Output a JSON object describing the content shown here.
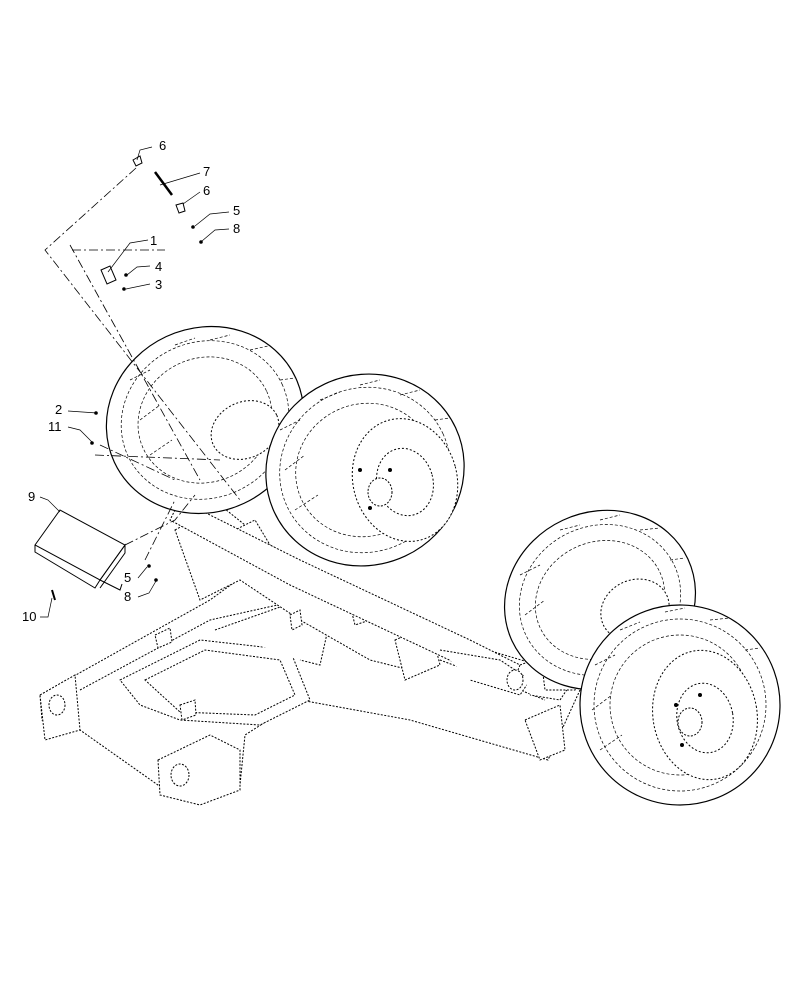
{
  "diagram": {
    "callouts": [
      "1",
      "2",
      "3",
      "4",
      "5",
      "5",
      "6",
      "6",
      "7",
      "8",
      "8",
      "9",
      "10",
      "11"
    ]
  }
}
